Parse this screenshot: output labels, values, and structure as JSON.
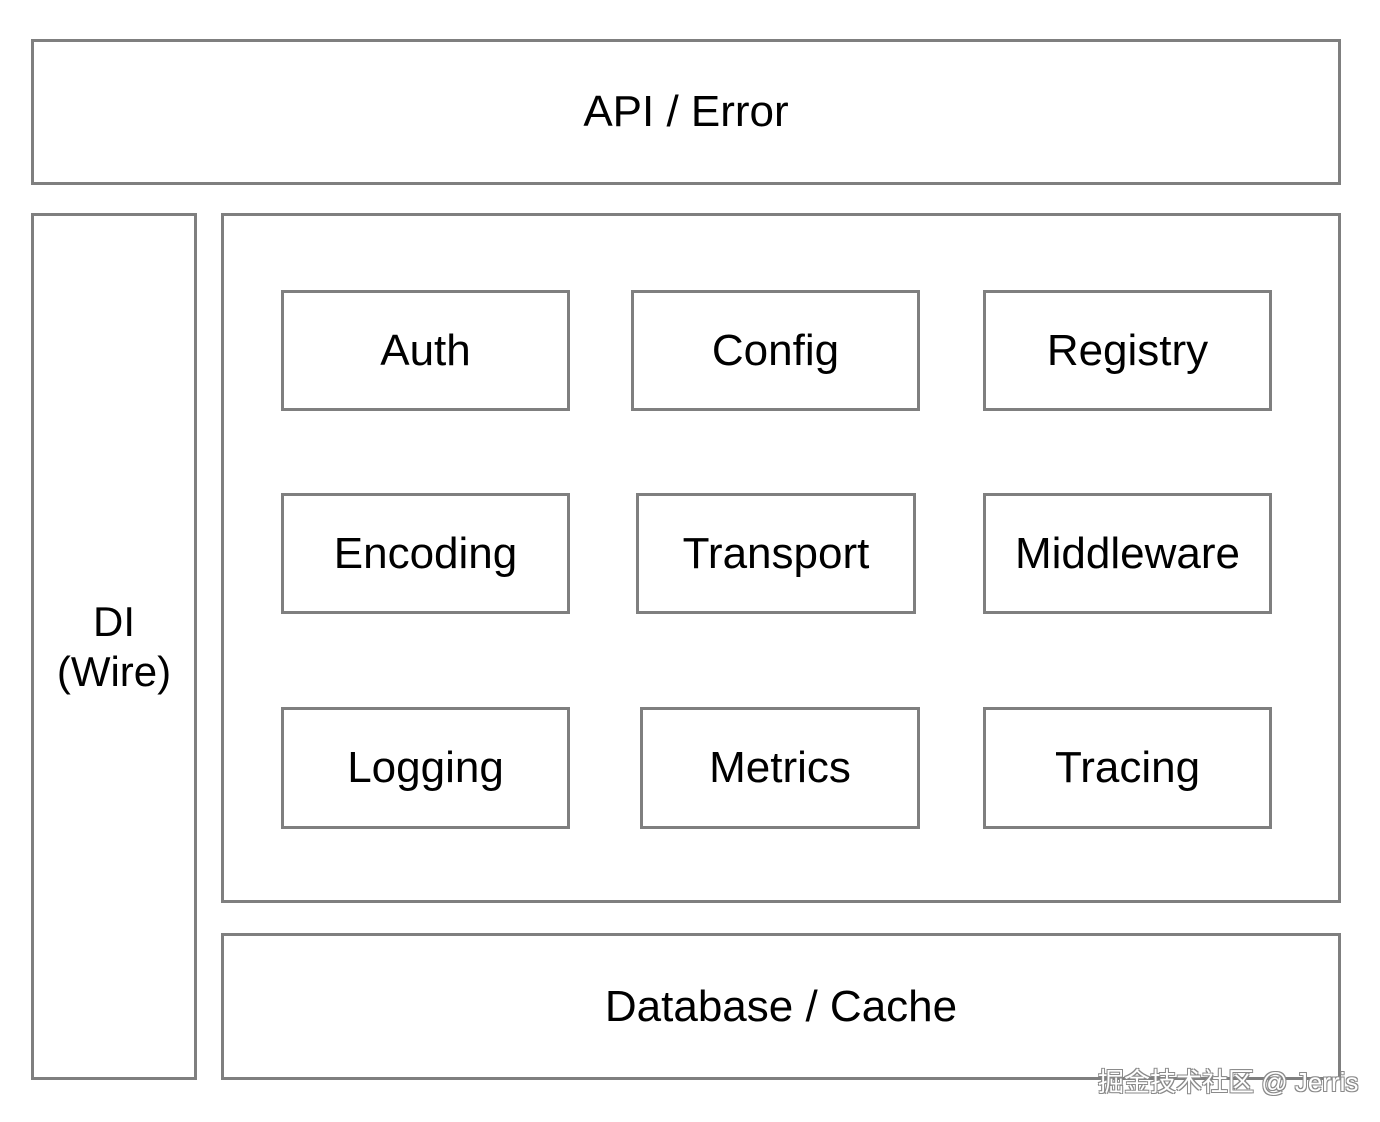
{
  "layers": {
    "api": "API / Error",
    "di_line1": "DI",
    "di_line2": "(Wire)",
    "data": "Database / Cache"
  },
  "modules": [
    "Auth",
    "Config",
    "Registry",
    "Encoding",
    "Transport",
    "Middleware",
    "Logging",
    "Metrics",
    "Tracing"
  ],
  "watermark": "掘金技术社区 @ Jerris",
  "colors": {
    "border": "#7f7f7f",
    "text": "#000000",
    "background": "#ffffff"
  }
}
